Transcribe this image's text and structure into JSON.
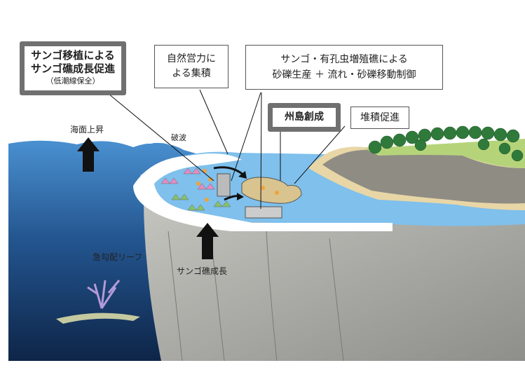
{
  "boxes": {
    "coral_transplant": {
      "line1": "サンゴ移植による",
      "line2": "サンゴ礁成長促進",
      "line3": "（低潮線保全）"
    },
    "natural_forces": {
      "line1": "自然営力に",
      "line2": "よる集積"
    },
    "foram_reef": {
      "line1": "サンゴ・有孔虫増殖礁による",
      "line2": "砂礫生産 ＋ 流れ・砂礫移動制御"
    },
    "island_creation": {
      "label": "州島創成"
    },
    "deposition": {
      "label": "堆積促進"
    }
  },
  "labels": {
    "sea_level_rise": "海面上昇",
    "breaking_wave": "破波",
    "steep_reef": "急勾配リーフ",
    "reef_growth": "サンゴ礁成長"
  },
  "colors": {
    "deep_sea": "#14305a",
    "sea": "#3f86c8",
    "lagoon": "#8cc8ef",
    "cliff": "#a9a9a6",
    "forest": "#2f7a3a",
    "grass": "#b5d47a",
    "box_border": "#707070"
  }
}
